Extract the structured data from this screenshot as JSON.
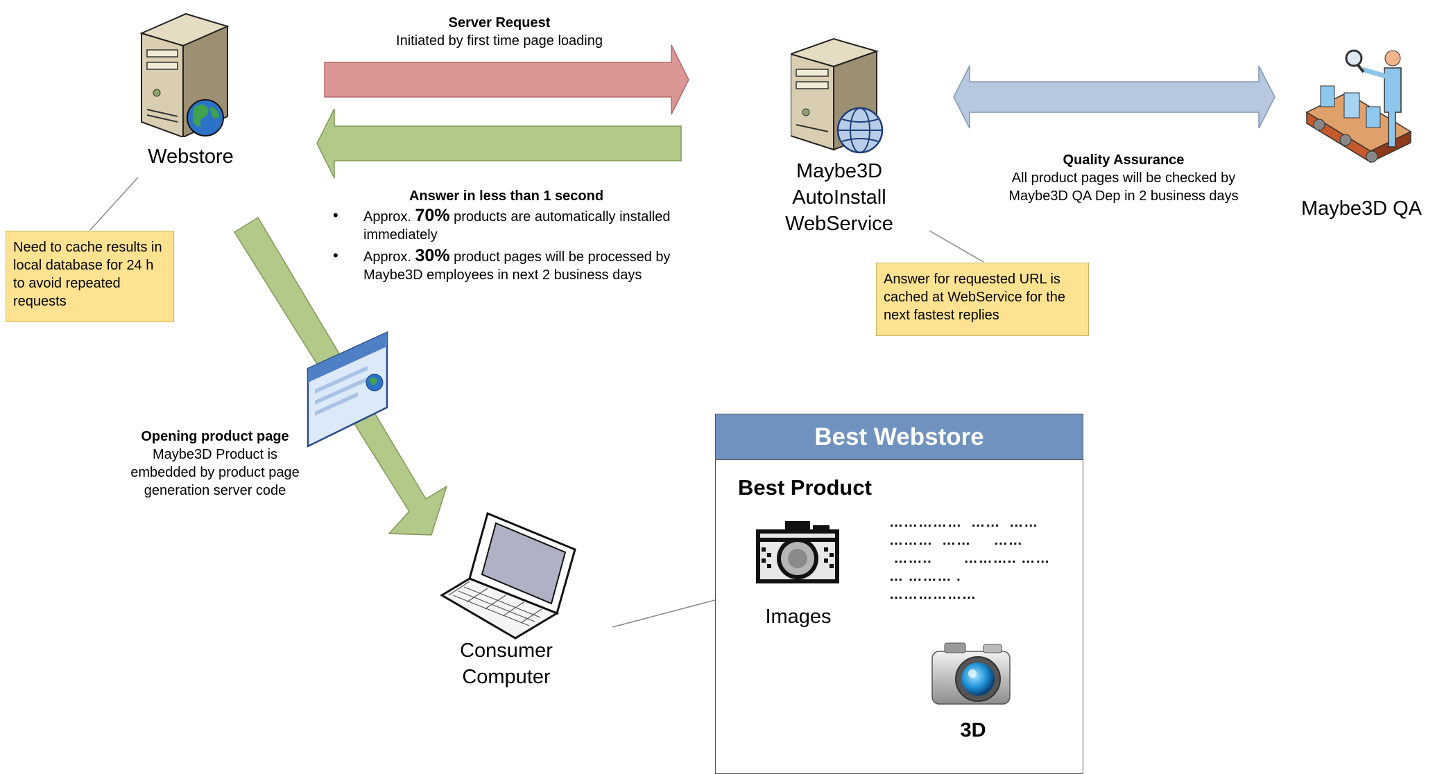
{
  "nodes": {
    "webstore": "Webstore",
    "webservice_line1": "Maybe3D",
    "webservice_line2": "AutoInstall",
    "webservice_line3": "WebService",
    "qa": "Maybe3D QA",
    "consumer_line1": "Consumer",
    "consumer_line2": "Computer"
  },
  "server_request": {
    "title": "Server Request",
    "subtitle": "Initiated by first time page loading"
  },
  "answer": {
    "title": "Answer in less than 1 second",
    "b1_prefix": "Approx. ",
    "b1_pct": "70%",
    "b1_suffix": " products are automatically installed immediately",
    "b2_prefix": "Approx. ",
    "b2_pct": "30%",
    "b2_suffix": " product pages will be processed by Maybe3D employees in next 2 business days"
  },
  "quality": {
    "title": "Quality Assurance",
    "line1": "All product pages will be checked by",
    "line2": "Maybe3D QA Dep in 2 business days"
  },
  "notes": {
    "cache": "Need to cache results in local database for 24 h to avoid repeated requests",
    "answer_cache": "Answer for requested URL is cached at WebService for the next fastest replies"
  },
  "opening": {
    "title": "Opening product page",
    "line1": "Maybe3D Product is",
    "line2": "embedded by product page",
    "line3": "generation server code"
  },
  "store_panel": {
    "header": "Best Webstore",
    "product": "Best Product",
    "images_label": "Images",
    "label_3d": "3D",
    "dots_line1": "……………  ……  ……",
    "dots_line2": "………  ……     ……",
    "dots_line3": " ……..       ……….. ……",
    "dots_line4": "… ……… .",
    "dots_line5": "………………"
  },
  "colors": {
    "request_arrow": "#d99694",
    "answer_arrow": "#b3c98a",
    "qa_arrow": "#b7c8de",
    "note_bg": "#fde391",
    "panel_header": "#7092be"
  },
  "icons": [
    "server-globe-icon",
    "server-web-icon",
    "qa-worker-icon",
    "laptop-icon",
    "browser-window-icon",
    "camera-pixel-icon",
    "camera-3d-icon"
  ]
}
